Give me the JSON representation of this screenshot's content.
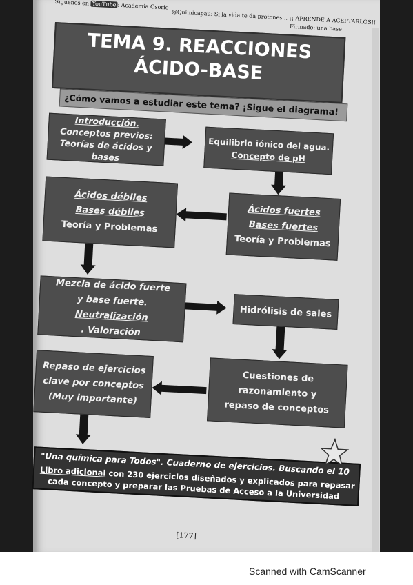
{
  "header": {
    "left_prefix": "Síguenos en",
    "left_youtube": "YouTube",
    "left_academy": ": Academia Osorio",
    "right": "@Quimicapau: Si la vida te da protones... ¡¡ APRENDE A ACEPTARLOS!!",
    "signed": "Firmado: una base"
  },
  "title": {
    "line1": "TEMA 9. REACCIONES",
    "line2": "ÁCIDO-BASE"
  },
  "subtitle": "¿Cómo vamos a estudiar este tema? ¡Sigue el diagrama!",
  "boxes": {
    "intro": {
      "l1": "Introducción.",
      "l2": "Conceptos previos:",
      "l3": "Teorías de ácidos y bases"
    },
    "equilibrio": {
      "l1": "Equilibrio iónico del agua.",
      "l2": "Concepto de pH"
    },
    "fuertes": {
      "l1": "Ácidos fuertes",
      "l2": "Bases fuertes",
      "l3": "Teoría y Problemas"
    },
    "debiles": {
      "l1": "Ácidos débiles",
      "l2": "Bases débiles",
      "l3": "Teoría y Problemas"
    },
    "mezcla": {
      "l1": "Mezcla de ácido fuerte",
      "l2": "y base fuerte.",
      "l3a": "Neutralización",
      "l3b": ". Valoración"
    },
    "hidrolisis": {
      "l1": "Hidrólisis de sales"
    },
    "cuestiones": {
      "l1": "Cuestiones de",
      "l2": "razonamiento y",
      "l3": "repaso de conceptos"
    },
    "repaso": {
      "l1": "Repaso de ejercicios",
      "l2": "clave por conceptos",
      "l3": "(Muy importante)"
    }
  },
  "bottom": {
    "line1": "\"Una química para Todos\". Cuaderno de ejercicios. Buscando el 10",
    "line2a": "Libro adicional",
    "line2b": " con 230 ejercicios diseñados y explicados para repasar",
    "line3": "cada concepto y preparar las Pruebas de Acceso a la Universidad"
  },
  "page_number": "[177]",
  "scanner": "Scanned with CamScanner",
  "icons": {
    "star": "star-icon"
  },
  "colors": {
    "box": "#4d4d4d",
    "title": "#505050",
    "arrow": "#151515",
    "page": "#dedede"
  }
}
